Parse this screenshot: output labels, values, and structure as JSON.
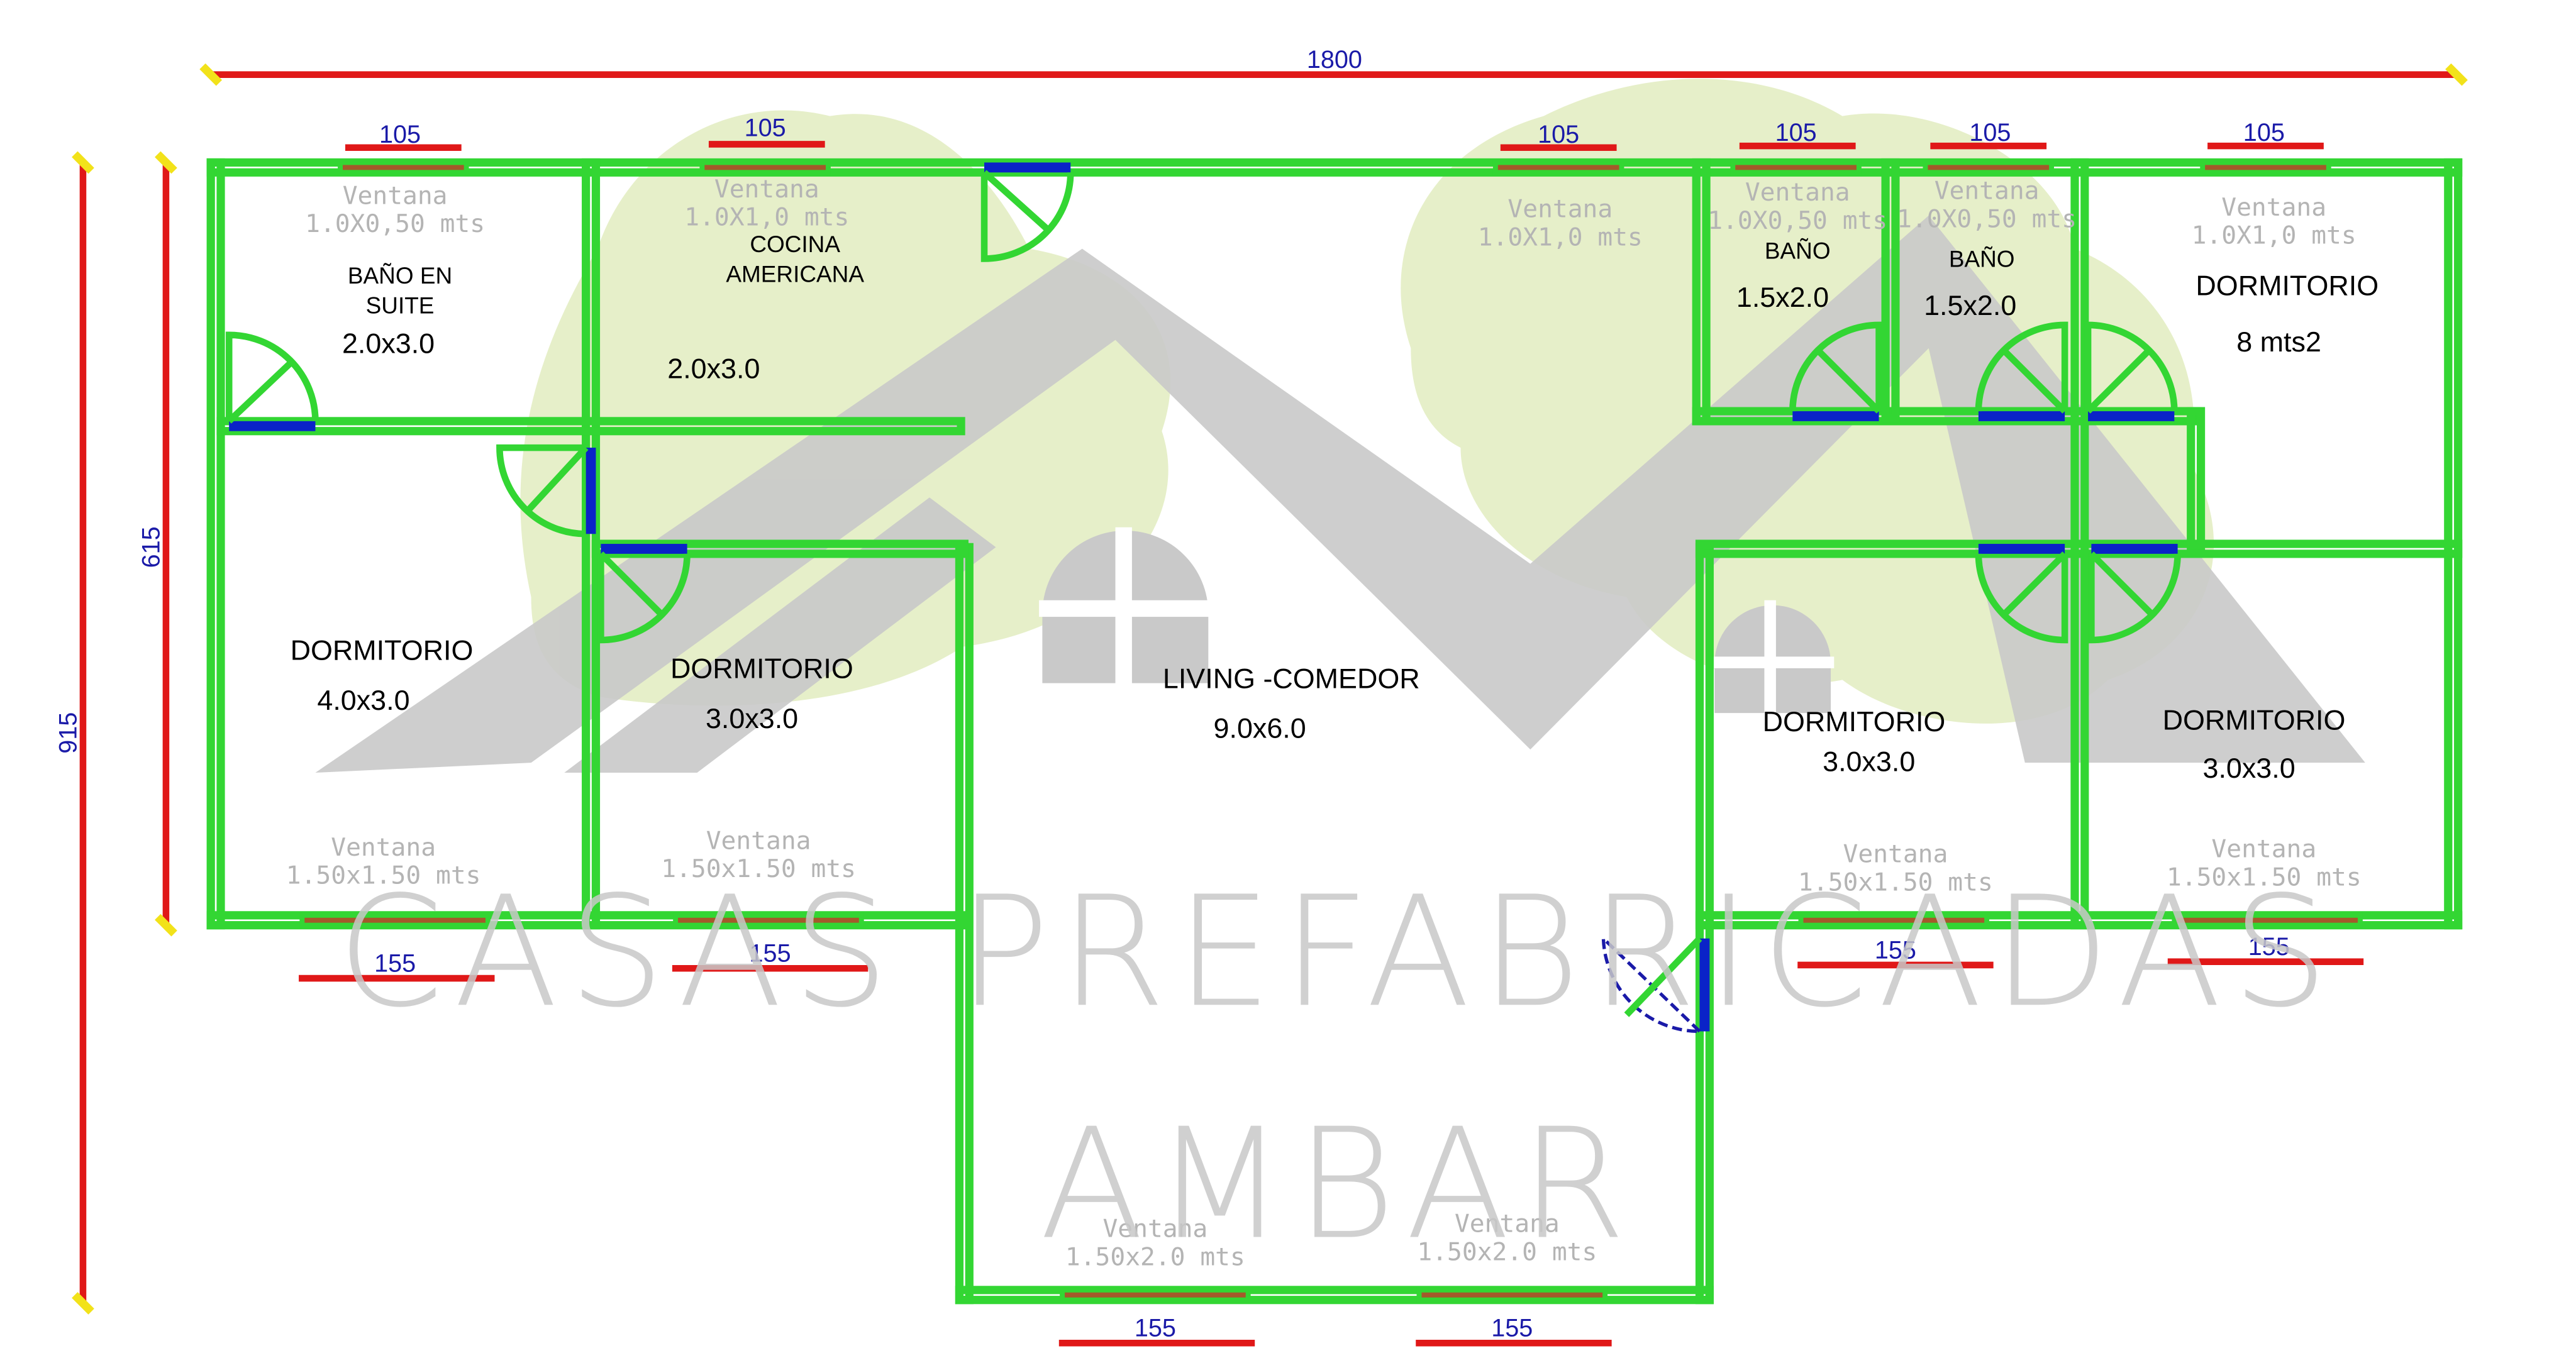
{
  "dimensions": {
    "width_total": "1800",
    "height_total": "915",
    "height_partial": "615",
    "top_windows": [
      "105",
      "105",
      "105",
      "105",
      "105",
      "105"
    ],
    "bottom_windows_left": [
      "155",
      "155"
    ],
    "bottom_windows_center": [
      "155",
      "155"
    ],
    "bottom_windows_right": [
      "155",
      "155"
    ]
  },
  "rooms": {
    "bano_suite": {
      "name_line1": "BAÑO EN",
      "name_line2": "SUITE",
      "size": "2.0x3.0"
    },
    "cocina": {
      "name_line1": "COCINA",
      "name_line2": "AMERICANA",
      "size": "2.0x3.0"
    },
    "bano_1": {
      "name": "BAÑO",
      "size": "1.5x2.0"
    },
    "bano_2": {
      "name": "BAÑO",
      "size": "1.5x2.0"
    },
    "dormitorio_tr": {
      "name": "DORMITORIO",
      "size": "8 mts2"
    },
    "dormitorio_l": {
      "name": "DORMITORIO",
      "size": "4.0x3.0"
    },
    "dormitorio_lc": {
      "name": "DORMITORIO",
      "size": "3.0x3.0"
    },
    "living": {
      "name": "LIVING -COMEDOR",
      "size": "9.0x6.0"
    },
    "dormitorio_rc": {
      "name": "DORMITORIO",
      "size": "3.0x3.0"
    },
    "dormitorio_rr": {
      "name": "DORMITORIO",
      "size": "3.0x3.0"
    }
  },
  "windows": {
    "top": [
      {
        "name": "Ventana",
        "size": "1.0X0,50 mts"
      },
      {
        "name": "Ventana",
        "size": "1.0X1,0 mts"
      },
      {
        "name": "Ventana",
        "size": "1.0X1,0 mts"
      },
      {
        "name": "Ventana",
        "size": "1.0X0,50 mts"
      },
      {
        "name": "Ventana",
        "size": "1.0X0,50 mts"
      },
      {
        "name": "Ventana",
        "size": "1.0X1,0 mts"
      }
    ],
    "bottom": [
      {
        "name": "Ventana",
        "size": "1.50x1.50 mts"
      },
      {
        "name": "Ventana",
        "size": "1.50x1.50 mts"
      },
      {
        "name": "Ventana",
        "size": "1.50x1.50 mts"
      },
      {
        "name": "Ventana",
        "size": "1.50x1.50 mts"
      },
      {
        "name": "Ventana",
        "size": "1.50x2.0 mts"
      },
      {
        "name": "Ventana",
        "size": "1.50x2.0 mts"
      }
    ]
  },
  "watermark": {
    "line1": "CASAS PREFABRICADAS",
    "line2": "AMBAR"
  },
  "colors": {
    "wall": "#33d633",
    "dimension_line": "#e01818",
    "dimension_text": "#1a1aa8",
    "door_leaf": "#0a23c8",
    "window_bar": "#a35a2a"
  }
}
